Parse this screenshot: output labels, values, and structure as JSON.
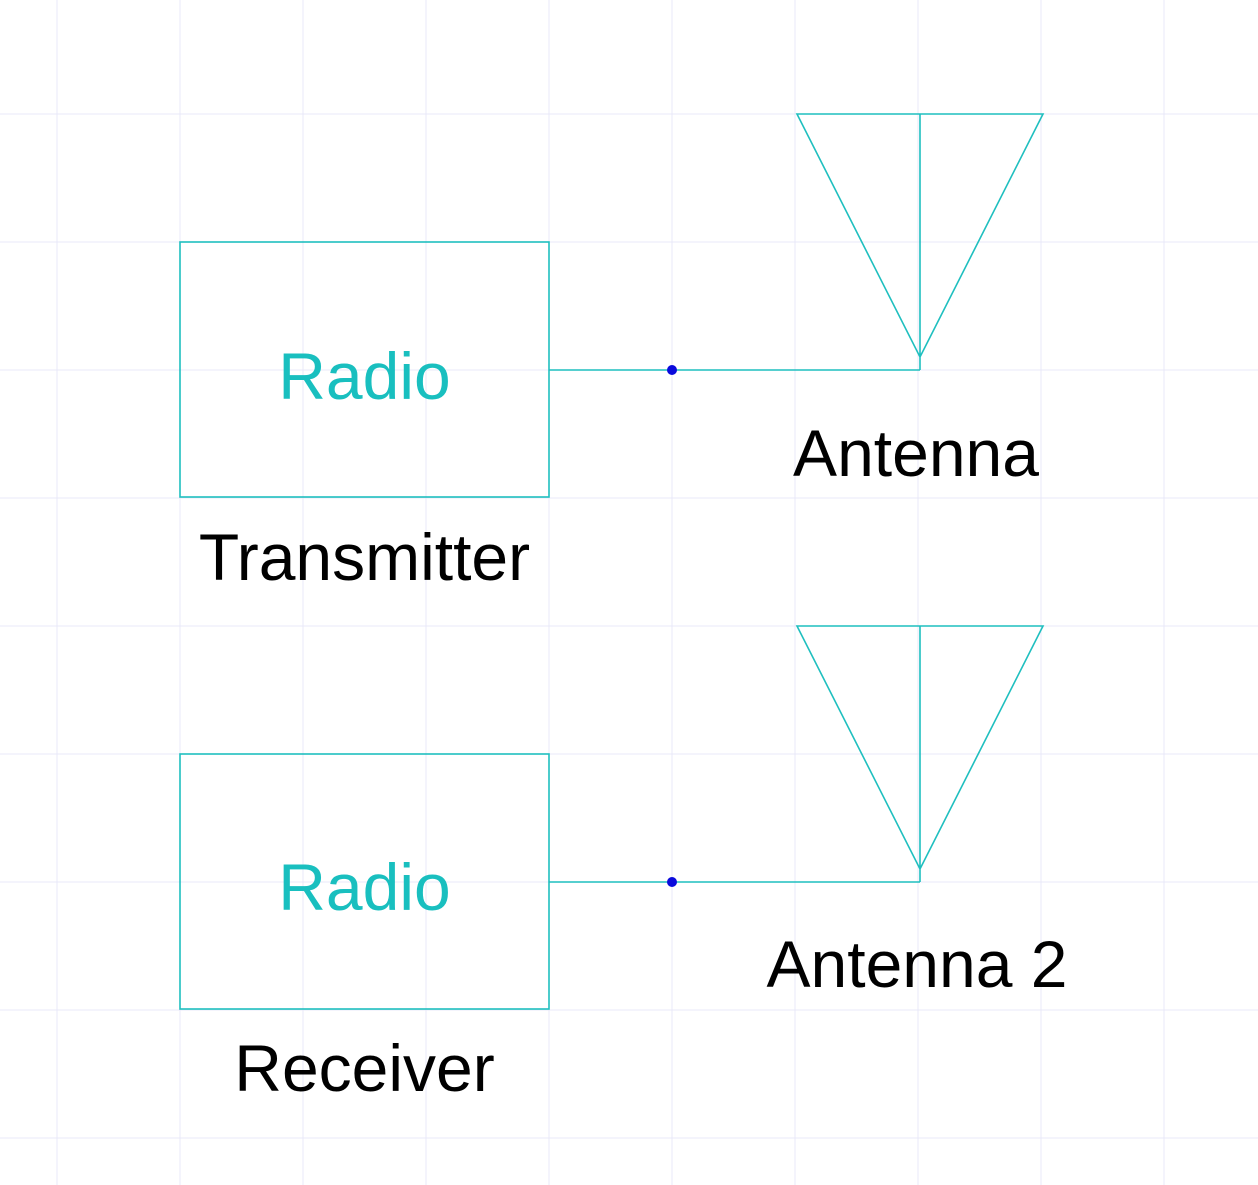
{
  "schematic": {
    "colors": {
      "component": "#1fbfbf",
      "component_text": "#19bfbf",
      "reference_text": "#000000",
      "junction": "#0a0adc",
      "grid": "#e9e9f8",
      "background": "#ffffff"
    },
    "blocks": [
      {
        "value_label": "Radio",
        "ref_label": "Transmitter"
      },
      {
        "value_label": "Radio",
        "ref_label": "Receiver"
      }
    ],
    "antennas": [
      {
        "ref_label": "Antenna"
      },
      {
        "ref_label": "Antenna 2"
      }
    ]
  }
}
